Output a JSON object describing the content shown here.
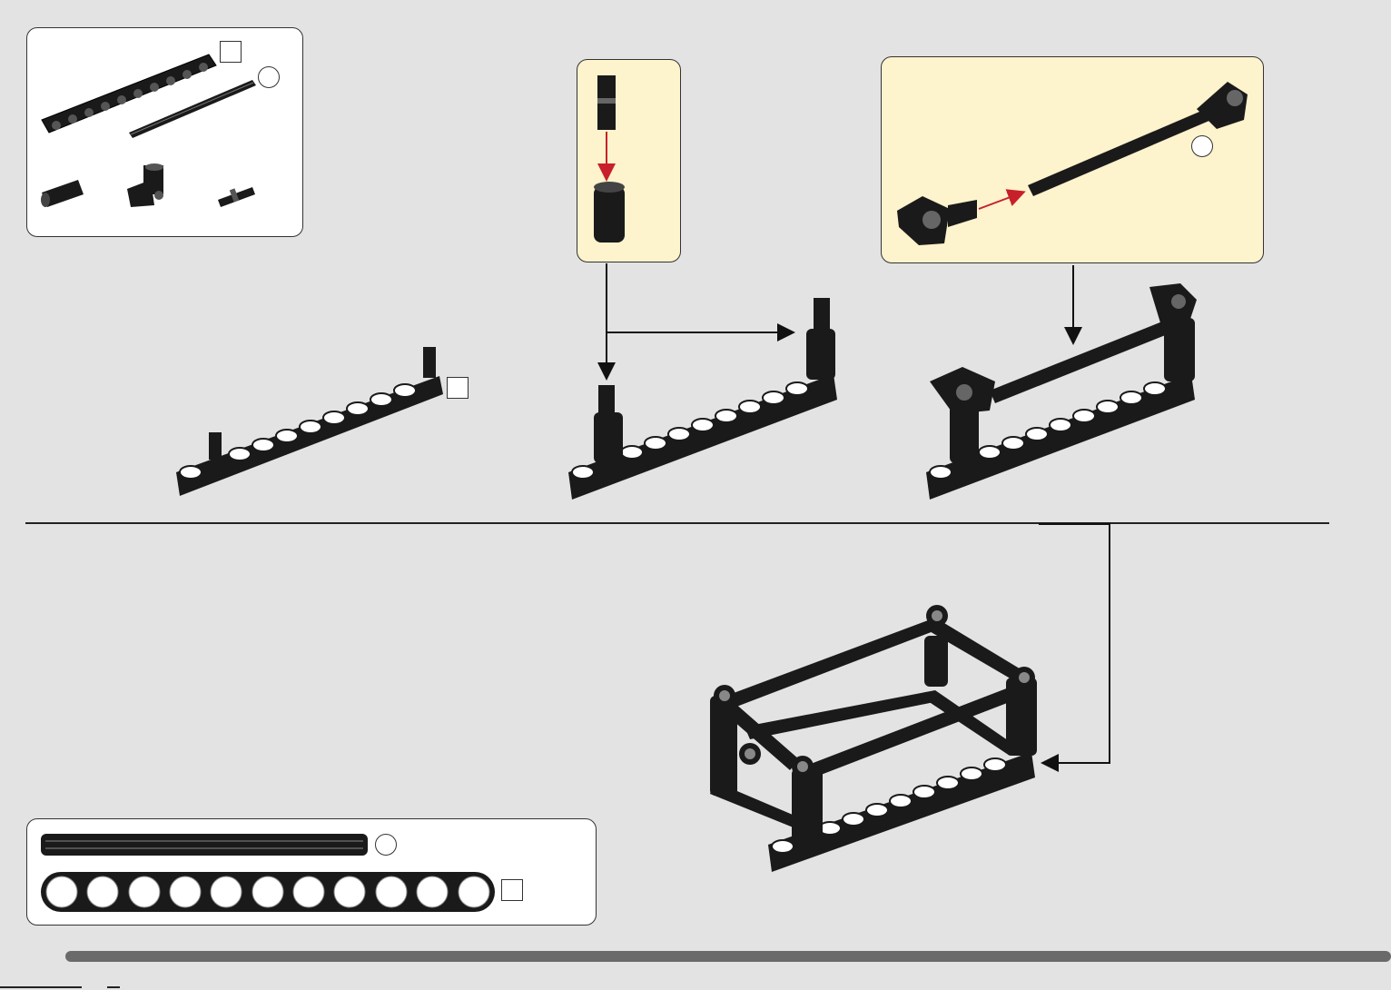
{
  "step_panel": {
    "parts": [
      "beam-11-icon",
      "axle-icon",
      "connector-icon",
      "angle-connector-icon",
      "pin-icon"
    ]
  },
  "callout_pin": {
    "parts": [
      "pin-icon",
      "connector-icon"
    ]
  },
  "callout_axle": {
    "parts": [
      "angle-connector-icon",
      "axle-icon",
      "angle-connector-icon"
    ]
  },
  "ruler": {
    "axle_hole_count": 11,
    "beam_hole_count": 11
  },
  "colors": {
    "background": "#e3e3e3",
    "callout": "#fdf3cd",
    "part": "#1a1a1a",
    "arrow_red": "#c8202a",
    "arrow_black": "#111111"
  },
  "progress": {
    "fraction": 1.0
  }
}
